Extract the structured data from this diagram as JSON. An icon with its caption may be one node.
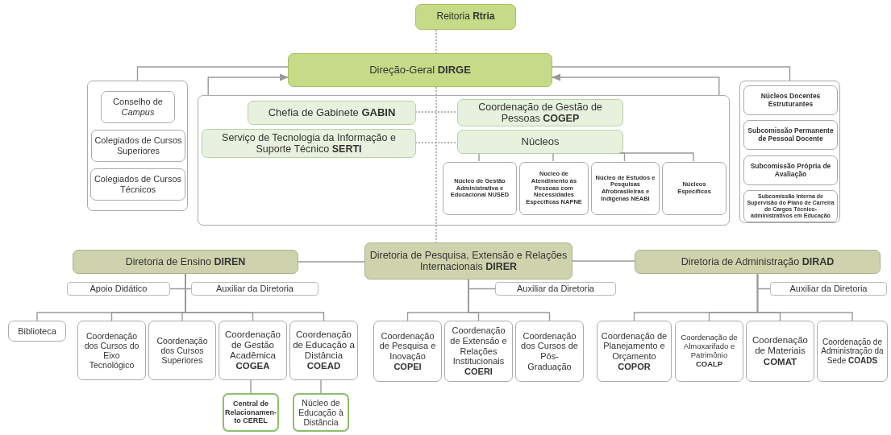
{
  "diagram": {
    "nodes": [
      {
        "text": [
          "Reitoria **Rtria**"
        ]
      },
      {
        "text": [
          "Direção-Geral **DIRGE**"
        ]
      },
      {
        "text": [],
        "shape": "box"
      },
      {
        "text": [
          "Conselho de *Campus*"
        ],
        "in": 2
      },
      {
        "text": [
          "Colegiados de Cursos Superiores"
        ],
        "in": 2
      },
      {
        "text": [
          "Colegiados de Cursos Técnicos"
        ],
        "in": 2
      },
      {
        "text": [],
        "shape": "box"
      },
      {
        "text": [
          "Chefia de Gabinete **GABIN**"
        ],
        "in": 6
      },
      {
        "text": [
          "Serviço de Tecnologia da Informação e Suporte Técnico **SERTI**"
        ],
        "in": 6
      },
      {
        "text": [
          "Coordenação de Gestão de Pessoas **COGEP**"
        ],
        "in": 6
      },
      {
        "text": [
          "Núcleos"
        ],
        "in": 6
      },
      {
        "text": [
          "Núcleo de Gestão Administrativa e Educacional NUSED"
        ],
        "in": 6
      },
      {
        "text": [
          "Núcleo de Atendimento às Pessoas com Necessidades Específicas NAPNE"
        ],
        "in": 6
      },
      {
        "text": [
          "Núcleo de Estudos e Pesquisas Afrobrasileiras e Indígenas NEABI"
        ],
        "in": 6
      },
      {
        "text": [
          "Núcleos Específicos"
        ],
        "in": 6
      },
      {
        "text": [],
        "shape": "box"
      },
      {
        "text": [
          "Núcleos Docentes Estruturantes"
        ],
        "in": 15
      },
      {
        "text": [
          "Subcomissão Permanente de Pessoal Docente"
        ],
        "in": 15
      },
      {
        "text": [
          "Subcomissão Própria de Avaliação"
        ],
        "in": 15
      },
      {
        "text": [
          "Subcomissão Interna de Supervisão do Plano de Carreira de Cargos Técnico-administrativos em Educação"
        ],
        "in": 15
      },
      {
        "text": [
          "Diretoria de Ensino **DIREN**"
        ]
      },
      {
        "text": [
          "Diretoria de Pesquisa, Extensão e Relações Internacionais **DIRER**"
        ]
      },
      {
        "text": [
          "Diretoria de Administração **DIRAD**"
        ]
      },
      {
        "text": [
          "Apoio Didático"
        ]
      },
      {
        "text": [
          "Auxiliar da Diretoria"
        ]
      },
      {
        "text": [
          "Biblioteca"
        ]
      },
      {
        "text": [
          "Coordenação dos Cursos do Eixo Tecnológico"
        ]
      },
      {
        "text": [
          "Coordenação dos Cursos Superiores"
        ]
      },
      {
        "text": [
          "Coordenação de Gestão Acadêmica **COGEA**"
        ]
      },
      {
        "text": [
          "Coordenação de Educação a Distância **COEAD**"
        ]
      },
      {
        "text": [
          "Central de Relacionamen- to CEREL"
        ]
      },
      {
        "text": [
          "Núcleo de Educação à Distância"
        ]
      },
      {
        "text": [
          "Auxiliar da Diretoria"
        ]
      },
      {
        "text": [
          "Coordenação de Pesquisa e Inovação **COPEI**"
        ]
      },
      {
        "text": [
          "Coordenação de Extensão e Relações Institucionais **COERI**"
        ]
      },
      {
        "text": [
          "Coordenação dos Cursos de Pós-Graduação"
        ]
      },
      {
        "text": [
          "Auxiliar da Diretoria"
        ]
      },
      {
        "text": [
          "Coordenação de Planejamento e Orçamento **COPOR**"
        ]
      },
      {
        "text": [
          "Coordenação de Almoxarifado e Patrimônio **COALP**"
        ]
      },
      {
        "text": [
          "Coordenação de Materiais **COMAT**"
        ]
      },
      {
        "text": [
          "Coordenação de Administração da Sede **COADS**"
        ]
      }
    ],
    "edges": [
      {
        "from": 0,
        "to": 1,
        "arrow": "none",
        "style": "dashed"
      },
      {
        "from": 2,
        "to": 1,
        "arrow": "none"
      },
      {
        "from": 6,
        "to": 1,
        "arrow": "to"
      },
      {
        "from": 6,
        "to": 1,
        "arrow": "to"
      },
      {
        "from": 15,
        "to": 1,
        "arrow": "none"
      },
      {
        "from": 7,
        "to": 9,
        "arrow": "none",
        "style": "dashed"
      },
      {
        "from": 8,
        "to": 10,
        "arrow": "none",
        "style": "dashed"
      },
      {
        "from": 1,
        "to": 21,
        "arrow": "none",
        "style": "dashed"
      },
      {
        "from": 10,
        "to": 11,
        "arrow": "none"
      },
      {
        "from": 10,
        "to": 12,
        "arrow": "none"
      },
      {
        "from": 10,
        "to": 13,
        "arrow": "none"
      },
      {
        "from": 10,
        "to": 14,
        "arrow": "none"
      },
      {
        "from": 20,
        "to": 21,
        "arrow": "none"
      },
      {
        "from": 21,
        "to": 22,
        "arrow": "none"
      },
      {
        "from": 20,
        "to": 23,
        "arrow": "none"
      },
      {
        "from": 20,
        "to": 24,
        "arrow": "none"
      },
      {
        "from": 20,
        "to": 25,
        "arrow": "none"
      },
      {
        "from": 20,
        "to": 26,
        "arrow": "none"
      },
      {
        "from": 20,
        "to": 27,
        "arrow": "none"
      },
      {
        "from": 20,
        "to": 28,
        "arrow": "none"
      },
      {
        "from": 20,
        "to": 29,
        "arrow": "none"
      },
      {
        "from": 28,
        "to": 30,
        "arrow": "none"
      },
      {
        "from": 29,
        "to": 31,
        "arrow": "none"
      },
      {
        "from": 21,
        "to": 32,
        "arrow": "none"
      },
      {
        "from": 21,
        "to": 33,
        "arrow": "none"
      },
      {
        "from": 21,
        "to": 34,
        "arrow": "none"
      },
      {
        "from": 21,
        "to": 35,
        "arrow": "none"
      },
      {
        "from": 22,
        "to": 36,
        "arrow": "none"
      },
      {
        "from": 22,
        "to": 37,
        "arrow": "none"
      },
      {
        "from": 22,
        "to": 38,
        "arrow": "none"
      },
      {
        "from": 22,
        "to": 39,
        "arrow": "none"
      },
      {
        "from": 22,
        "to": 40,
        "arrow": "none"
      }
    ]
  }
}
